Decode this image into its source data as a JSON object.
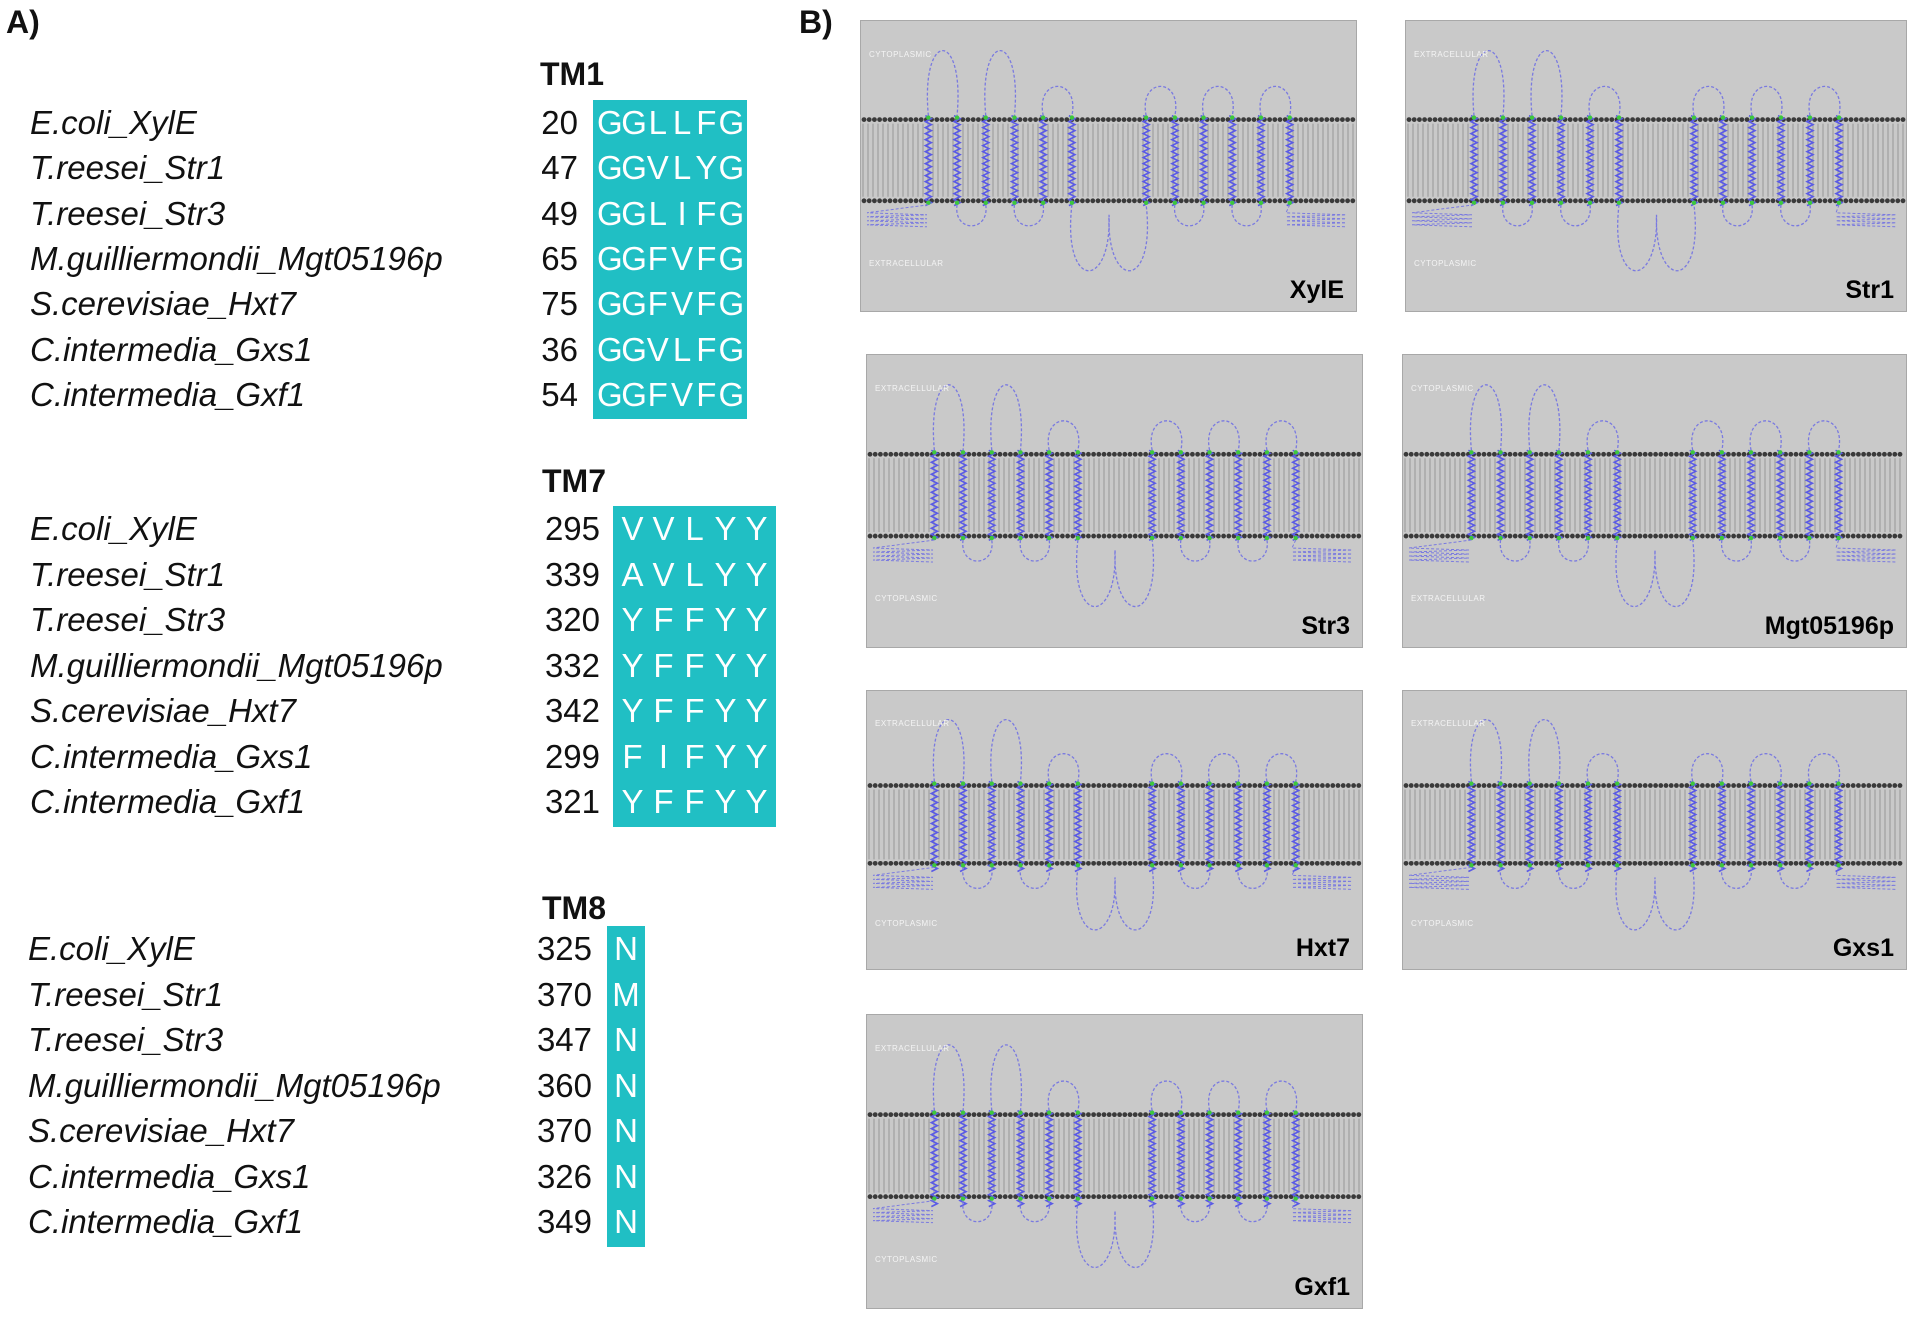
{
  "panel_a_label": "A)",
  "panel_b_label": "B)",
  "alignments": [
    {
      "title": "TM1",
      "rows": [
        {
          "organism": "E.coli_XylE",
          "position": "20",
          "residues": [
            "G",
            "G",
            "L",
            "L",
            "F",
            "G"
          ]
        },
        {
          "organism": "T.reesei_Str1",
          "position": "47",
          "residues": [
            "G",
            "G",
            "V",
            "L",
            "Y",
            "G"
          ]
        },
        {
          "organism": "T.reesei_Str3",
          "position": "49",
          "residues": [
            "G",
            "G",
            "L",
            "I",
            "F",
            "G"
          ]
        },
        {
          "organism": "M.guilliermondii_Mgt05196p",
          "position": "65",
          "residues": [
            "G",
            "G",
            "F",
            "V",
            "F",
            "G"
          ]
        },
        {
          "organism": "S.cerevisiae_Hxt7",
          "position": "75",
          "residues": [
            "G",
            "G",
            "F",
            "V",
            "F",
            "G"
          ]
        },
        {
          "organism": "C.intermedia_Gxs1",
          "position": "36",
          "residues": [
            "G",
            "G",
            "V",
            "L",
            "F",
            "G"
          ]
        },
        {
          "organism": "C.intermedia_Gxf1",
          "position": "54",
          "residues": [
            "G",
            "G",
            "F",
            "V",
            "F",
            "G"
          ]
        }
      ]
    },
    {
      "title": "TM7",
      "rows": [
        {
          "organism": "E.coli_XylE",
          "position": "295",
          "residues": [
            "V",
            "V",
            "L",
            "Y",
            "Y"
          ]
        },
        {
          "organism": "T.reesei_Str1",
          "position": "339",
          "residues": [
            "A",
            "V",
            "L",
            "Y",
            "Y"
          ]
        },
        {
          "organism": "T.reesei_Str3",
          "position": "320",
          "residues": [
            "Y",
            "F",
            "F",
            "Y",
            "Y"
          ]
        },
        {
          "organism": "M.guilliermondii_Mgt05196p",
          "position": "332",
          "residues": [
            "Y",
            "F",
            "F",
            "Y",
            "Y"
          ]
        },
        {
          "organism": "S.cerevisiae_Hxt7",
          "position": "342",
          "residues": [
            "Y",
            "F",
            "F",
            "Y",
            "Y"
          ]
        },
        {
          "organism": "C.intermedia_Gxs1",
          "position": "299",
          "residues": [
            "F",
            "I",
            "F",
            "Y",
            "Y"
          ]
        },
        {
          "organism": "C.intermedia_Gxf1",
          "position": "321",
          "residues": [
            "Y",
            "F",
            "F",
            "Y",
            "Y"
          ]
        }
      ]
    },
    {
      "title": "TM8",
      "rows": [
        {
          "organism": "E.coli_XylE",
          "position": "325",
          "residues": [
            "N"
          ]
        },
        {
          "organism": "T.reesei_Str1",
          "position": "370",
          "residues": [
            "M"
          ]
        },
        {
          "organism": "T.reesei_Str3",
          "position": "347",
          "residues": [
            "N"
          ]
        },
        {
          "organism": "M.guilliermondii_Mgt05196p",
          "position": "360",
          "residues": [
            "N"
          ]
        },
        {
          "organism": "S.cerevisiae_Hxt7",
          "position": "370",
          "residues": [
            "N"
          ]
        },
        {
          "organism": "C.intermedia_Gxs1",
          "position": "326",
          "residues": [
            "N"
          ]
        },
        {
          "organism": "C.intermedia_Gxf1",
          "position": "349",
          "residues": [
            "N"
          ]
        }
      ]
    }
  ],
  "topologies": [
    {
      "name": "XylE",
      "top_side": "CYTOPLASMIC",
      "bottom_side": "EXTRACELLULAR"
    },
    {
      "name": "Str1",
      "top_side": "EXTRACELLULAR",
      "bottom_side": "CYTOPLASMIC"
    },
    {
      "name": "Str3",
      "top_side": "EXTRACELLULAR",
      "bottom_side": "CYTOPLASMIC"
    },
    {
      "name": "Mgt05196p",
      "top_side": "CYTOPLASMIC",
      "bottom_side": "EXTRACELLULAR"
    },
    {
      "name": "Hxt7",
      "top_side": "EXTRACELLULAR",
      "bottom_side": "CYTOPLASMIC"
    },
    {
      "name": "Gxs1",
      "top_side": "EXTRACELLULAR",
      "bottom_side": "CYTOPLASMIC"
    },
    {
      "name": "Gxf1",
      "top_side": "EXTRACELLULAR",
      "bottom_side": "CYTOPLASMIC"
    }
  ],
  "colors": {
    "highlight": "#20bfc4",
    "helix": "#5a5ae6",
    "loop": "#7a7ae0",
    "panel_bg": "#c9c9c9",
    "lipid_head": "#3a3a3a",
    "marker": "#3cc83c"
  }
}
